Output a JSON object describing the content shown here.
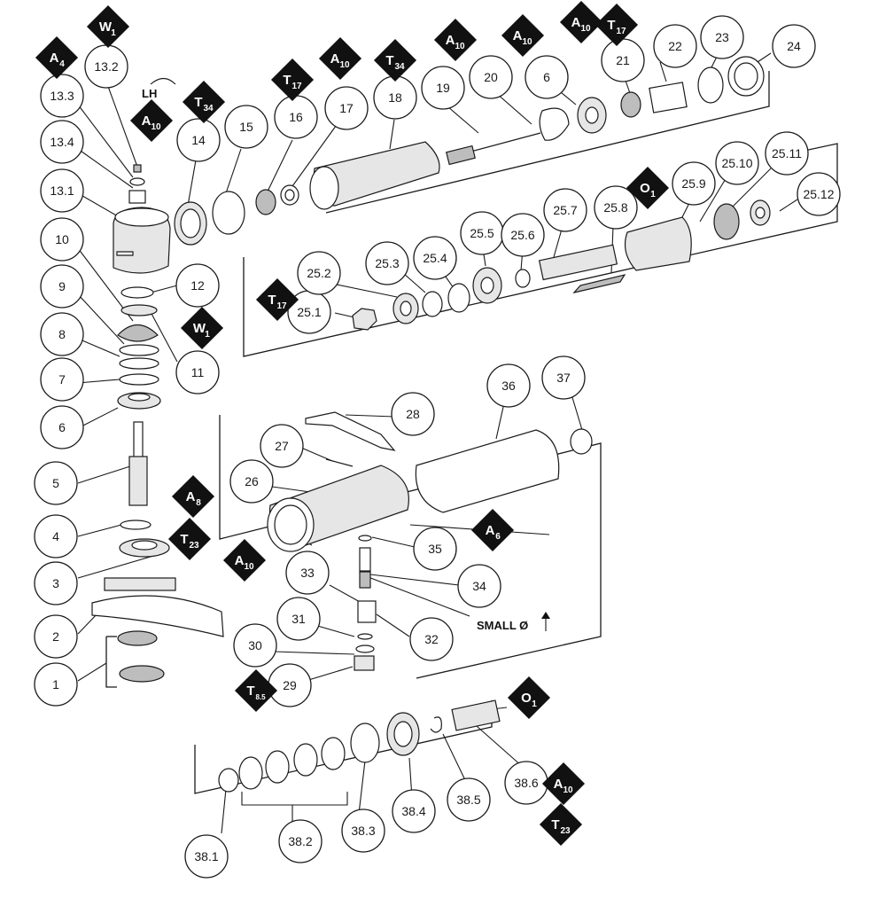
{
  "callouts": [
    {
      "id": "13.2",
      "label": "13.2"
    },
    {
      "id": "13.3",
      "label": "13.3"
    },
    {
      "id": "13.4",
      "label": "13.4"
    },
    {
      "id": "13.1",
      "label": "13.1"
    },
    {
      "id": "10",
      "label": "10"
    },
    {
      "id": "9",
      "label": "9"
    },
    {
      "id": "8",
      "label": "8"
    },
    {
      "id": "7",
      "label": "7"
    },
    {
      "id": "6a",
      "label": "6"
    },
    {
      "id": "5",
      "label": "5"
    },
    {
      "id": "4",
      "label": "4"
    },
    {
      "id": "3",
      "label": "3"
    },
    {
      "id": "2",
      "label": "2"
    },
    {
      "id": "1",
      "label": "1"
    },
    {
      "id": "12",
      "label": "12"
    },
    {
      "id": "11",
      "label": "11"
    },
    {
      "id": "14",
      "label": "14"
    },
    {
      "id": "15",
      "label": "15"
    },
    {
      "id": "16",
      "label": "16"
    },
    {
      "id": "17",
      "label": "17"
    },
    {
      "id": "18",
      "label": "18"
    },
    {
      "id": "19",
      "label": "19"
    },
    {
      "id": "20",
      "label": "20"
    },
    {
      "id": "6b",
      "label": "6"
    },
    {
      "id": "21",
      "label": "21"
    },
    {
      "id": "22",
      "label": "22"
    },
    {
      "id": "23",
      "label": "23"
    },
    {
      "id": "24",
      "label": "24"
    },
    {
      "id": "25.1",
      "label": "25.1"
    },
    {
      "id": "25.2",
      "label": "25.2"
    },
    {
      "id": "25.3",
      "label": "25.3"
    },
    {
      "id": "25.4",
      "label": "25.4"
    },
    {
      "id": "25.5",
      "label": "25.5"
    },
    {
      "id": "25.6",
      "label": "25.6"
    },
    {
      "id": "25.7",
      "label": "25.7"
    },
    {
      "id": "25.8",
      "label": "25.8"
    },
    {
      "id": "25.9",
      "label": "25.9"
    },
    {
      "id": "25.10",
      "label": "25.10"
    },
    {
      "id": "25.11",
      "label": "25.11"
    },
    {
      "id": "25.12",
      "label": "25.12"
    },
    {
      "id": "26",
      "label": "26"
    },
    {
      "id": "27",
      "label": "27"
    },
    {
      "id": "28",
      "label": "28"
    },
    {
      "id": "36",
      "label": "36"
    },
    {
      "id": "37",
      "label": "37"
    },
    {
      "id": "35",
      "label": "35"
    },
    {
      "id": "34",
      "label": "34"
    },
    {
      "id": "33",
      "label": "33"
    },
    {
      "id": "32",
      "label": "32"
    },
    {
      "id": "31",
      "label": "31"
    },
    {
      "id": "30",
      "label": "30"
    },
    {
      "id": "29",
      "label": "29"
    },
    {
      "id": "38.1",
      "label": "38.1"
    },
    {
      "id": "38.2",
      "label": "38.2"
    },
    {
      "id": "38.3",
      "label": "38.3"
    },
    {
      "id": "38.4",
      "label": "38.4"
    },
    {
      "id": "38.5",
      "label": "38.5"
    },
    {
      "id": "38.6",
      "label": "38.6"
    }
  ],
  "badges": [
    {
      "id": "w1-top",
      "letter": "W",
      "sub": "1"
    },
    {
      "id": "a4",
      "letter": "A",
      "sub": "4"
    },
    {
      "id": "a10-13",
      "letter": "A",
      "sub": "10"
    },
    {
      "id": "t34-14",
      "letter": "T",
      "sub": "34"
    },
    {
      "id": "t17-16",
      "letter": "T",
      "sub": "17"
    },
    {
      "id": "a10-17",
      "letter": "A",
      "sub": "10"
    },
    {
      "id": "t34-18",
      "letter": "T",
      "sub": "34"
    },
    {
      "id": "a10-19",
      "letter": "A",
      "sub": "10"
    },
    {
      "id": "a10-20",
      "letter": "A",
      "sub": "10"
    },
    {
      "id": "a10-6",
      "letter": "A",
      "sub": "10"
    },
    {
      "id": "t17-21",
      "letter": "T",
      "sub": "17"
    },
    {
      "id": "o1-25",
      "letter": "O",
      "sub": "1"
    },
    {
      "id": "t17-251",
      "letter": "T",
      "sub": "17"
    },
    {
      "id": "w1-11",
      "letter": "W",
      "sub": "1"
    },
    {
      "id": "a8",
      "letter": "A",
      "sub": "8"
    },
    {
      "id": "t23-3",
      "letter": "T",
      "sub": "23"
    },
    {
      "id": "a6",
      "letter": "A",
      "sub": "6"
    },
    {
      "id": "a10-26",
      "letter": "A",
      "sub": "10"
    },
    {
      "id": "t85",
      "letter": "T",
      "sub": "8.5"
    },
    {
      "id": "o1-38",
      "letter": "O",
      "sub": "1"
    },
    {
      "id": "a10-386",
      "letter": "A",
      "sub": "10"
    },
    {
      "id": "t23-386",
      "letter": "T",
      "sub": "23"
    }
  ],
  "notes": {
    "lh": "LH",
    "small": "SMALL Ø"
  }
}
